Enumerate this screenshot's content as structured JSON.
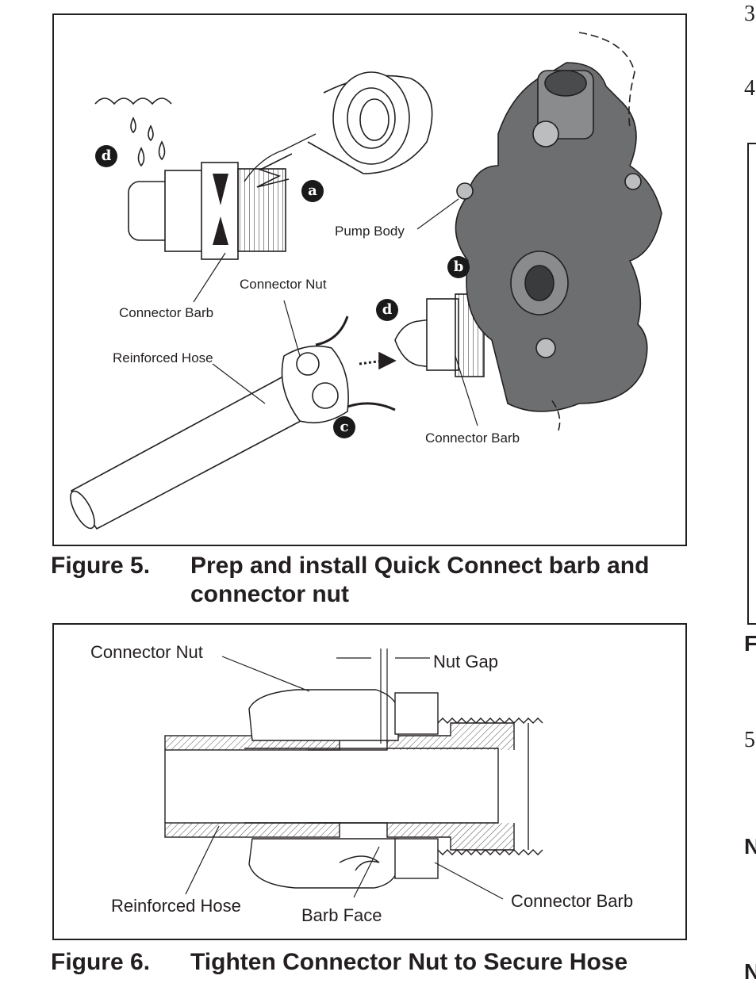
{
  "figure5": {
    "number": "Figure 5.",
    "title": "Prep and install Quick Connect barb and connector nut",
    "labels": {
      "pump_body": "Pump Body",
      "connector_barb_top": "Connector Barb",
      "connector_nut": "Connector Nut",
      "reinforced_hose": "Reinforced Hose",
      "connector_barb_bottom": "Connector Barb"
    },
    "steps": {
      "a": "a",
      "b": "b",
      "c": "c",
      "d_top": "d",
      "d_mid": "d"
    }
  },
  "figure6": {
    "number": "Figure 6.",
    "title": "Tighten Connector Nut to Secure Hose",
    "labels": {
      "connector_nut": "Connector Nut",
      "nut_gap": "Nut Gap",
      "reinforced_hose": "Reinforced Hose",
      "barb_face": "Barb Face",
      "connector_barb": "Connector Barb"
    }
  },
  "right_column_fragments": {
    "step3": "3",
    "step4": "4",
    "figure_prefix": "F",
    "step5": "5",
    "note1": "N",
    "note2": "N"
  }
}
